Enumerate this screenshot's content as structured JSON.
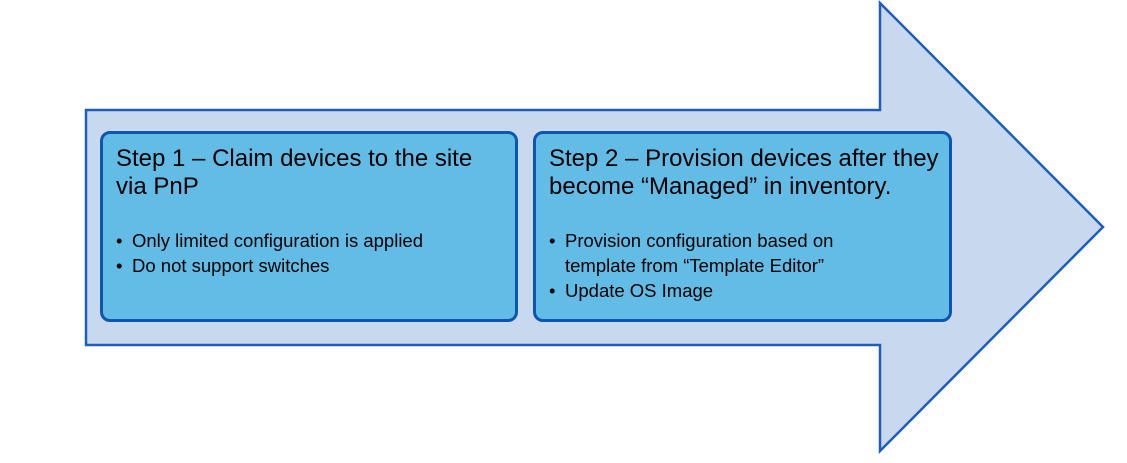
{
  "colors": {
    "arrow_fill": "#c8d8ef",
    "arrow_border": "#1f5eb8",
    "box_fill": "#62bce6",
    "box_border": "#0c57ad",
    "text_color": "#000000",
    "page_bg": "#ffffff"
  },
  "bullet_glyph": "•",
  "steps": [
    {
      "title": "Step 1 – Claim devices to the site via PnP",
      "title_lines": [
        "Step 1 – Claim devices to the site",
        "via PnP"
      ],
      "bullets": [
        {
          "text": "Only limited configuration is applied",
          "lines": [
            "Only limited configuration is applied"
          ]
        },
        {
          "text": "Do not support switches",
          "lines": [
            "Do not support switches"
          ]
        }
      ]
    },
    {
      "title": "Step 2 – Provision devices after they become “Managed” in inventory.",
      "title_lines": [
        "Step 2 – Provision devices after they",
        "become “Managed” in inventory."
      ],
      "bullets": [
        {
          "text": "Provision configuration based on template from “Template Editor”",
          "lines": [
            "Provision configuration based on",
            "template from “Template Editor”"
          ]
        },
        {
          "text": "Update OS Image",
          "lines": [
            "Update OS Image"
          ]
        }
      ]
    }
  ]
}
